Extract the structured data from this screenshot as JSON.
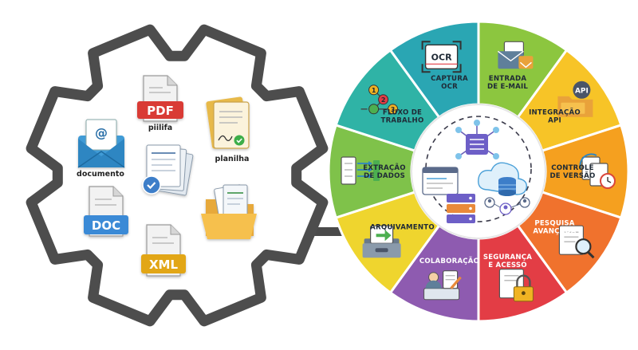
{
  "gear": {
    "items": [
      {
        "key": "documento",
        "label": "documento",
        "icon": "email-envelope-icon"
      },
      {
        "key": "pdf",
        "badge": "PDF",
        "label": "piilifa",
        "icon": "pdf-file-icon",
        "color": "#d93a35"
      },
      {
        "key": "planilha",
        "label": "planilha",
        "icon": "signed-sheet-icon"
      },
      {
        "key": "stack",
        "label": "",
        "icon": "document-stack-check-icon"
      },
      {
        "key": "doc",
        "badge": "DOC",
        "label": "",
        "icon": "doc-file-icon",
        "color": "#3b8ad6"
      },
      {
        "key": "folder",
        "label": "",
        "icon": "open-folder-icon"
      },
      {
        "key": "xml",
        "badge": "XML",
        "label": "",
        "icon": "xml-file-icon",
        "color": "#e2a614"
      }
    ]
  },
  "wheel": {
    "segments": [
      {
        "key": "email",
        "lines": [
          "ENTRADA",
          "DE E-MAIL"
        ],
        "color": "#8cc63f",
        "icon": "email-inbox-icon"
      },
      {
        "key": "api",
        "lines": [
          "INTEGRAÇÃO",
          "API"
        ],
        "color": "#f7c427",
        "icon": "api-folder-icon",
        "icon_text": "API"
      },
      {
        "key": "versao",
        "lines": [
          "CONTROLE",
          "DE VERSÃO"
        ],
        "color": "#f5a01f",
        "icon": "version-clock-icon"
      },
      {
        "key": "pesquisa",
        "lines": [
          "PESQUISA",
          "AVANÇADA"
        ],
        "color": "#f0722d",
        "icon": "search-document-icon"
      },
      {
        "key": "seguranca",
        "lines": [
          "SEGURANÇA",
          "E ACESSO"
        ],
        "color": "#e33d45",
        "icon": "padlock-icon"
      },
      {
        "key": "colaboracao",
        "lines": [
          "COLABORAÇÃO"
        ],
        "color": "#8e5bb0",
        "icon": "collaboration-icon"
      },
      {
        "key": "arquivamento",
        "lines": [
          "ARQUIVAMENTO"
        ],
        "color": "#efd52e",
        "icon": "archive-box-icon"
      },
      {
        "key": "extracao",
        "lines": [
          "EXTRAÇÃO",
          "DE DADOS"
        ],
        "color": "#7fc24a",
        "icon": "data-extraction-icon"
      },
      {
        "key": "fluxo",
        "lines": [
          "FLUXO DE",
          "TRABALHO"
        ],
        "color": "#2fb3a6",
        "icon": "workflow-icon",
        "icon_text": [
          "1",
          "2",
          "3"
        ]
      },
      {
        "key": "ocr",
        "lines": [
          "CAPTURA",
          "OCR"
        ],
        "color": "#2aa6b3",
        "icon": "ocr-scan-icon",
        "icon_text": "OCR"
      }
    ]
  },
  "hub": {
    "icon": "central-database-network-icon"
  }
}
